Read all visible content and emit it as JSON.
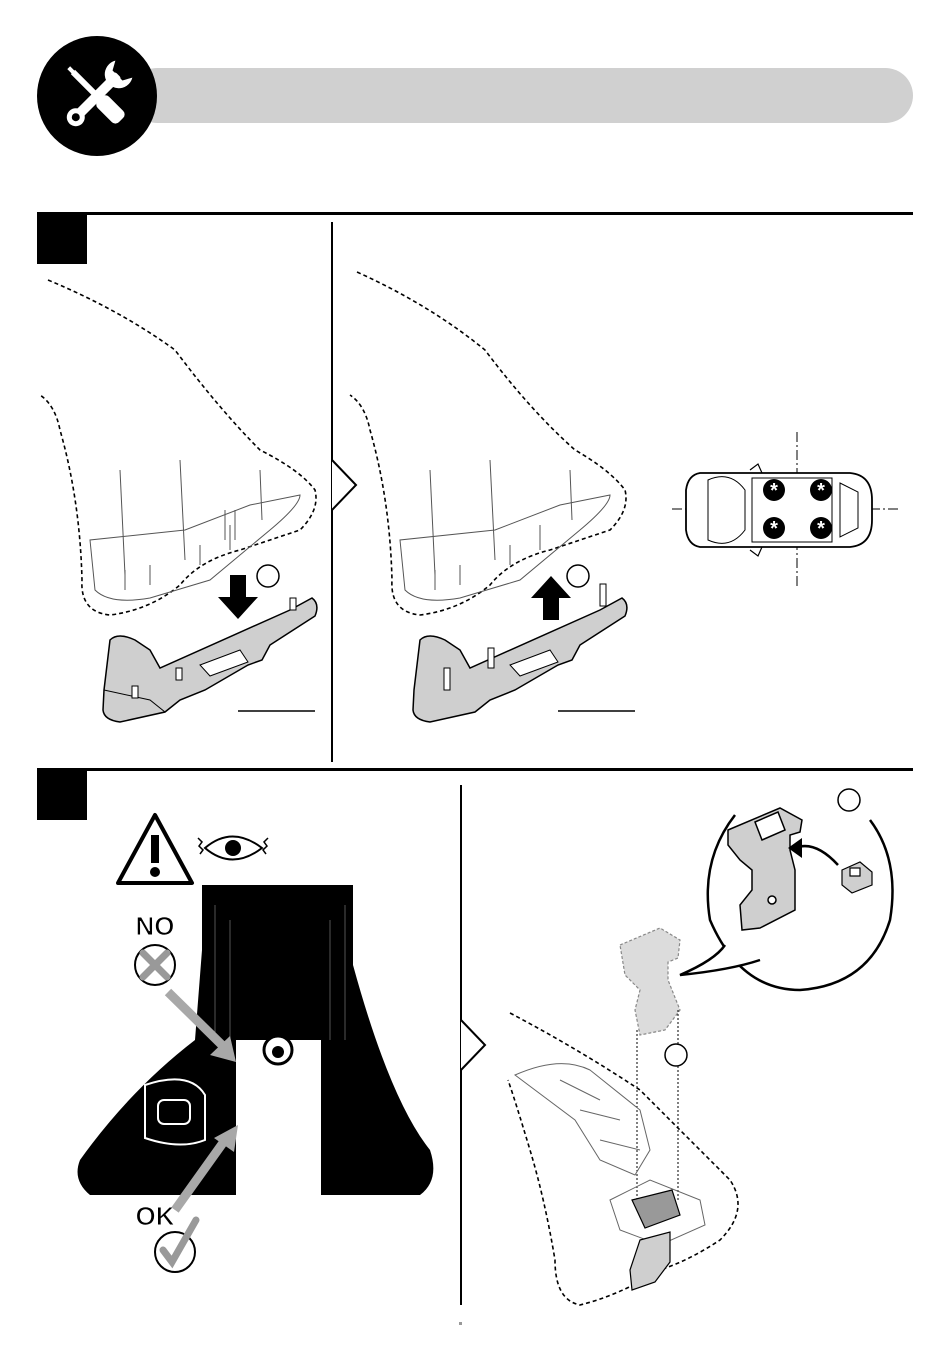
{
  "header": {
    "icon": "tools-icon",
    "title": ""
  },
  "steps": [
    {
      "number": "",
      "panels": [
        "remove-pad-from-foot",
        "lift-pad-off-foot",
        "car-top-view-positions"
      ]
    },
    {
      "number": "",
      "panels": [
        "check-gap-warning",
        "insert-clip"
      ]
    }
  ],
  "labels": {
    "no": "NO",
    "ok": "OK"
  },
  "callouts": {
    "step1_left_circle": "",
    "step1_right_circle": "",
    "step2_zoom_circle": "",
    "step2_part_circle": ""
  },
  "car_markers": [
    "*",
    "*",
    "*",
    "*"
  ],
  "colors": {
    "black": "#000000",
    "header_grey": "#d0d0d0",
    "part_grey": "#cfcfcf",
    "arrow_grey": "#a8a8a8"
  }
}
